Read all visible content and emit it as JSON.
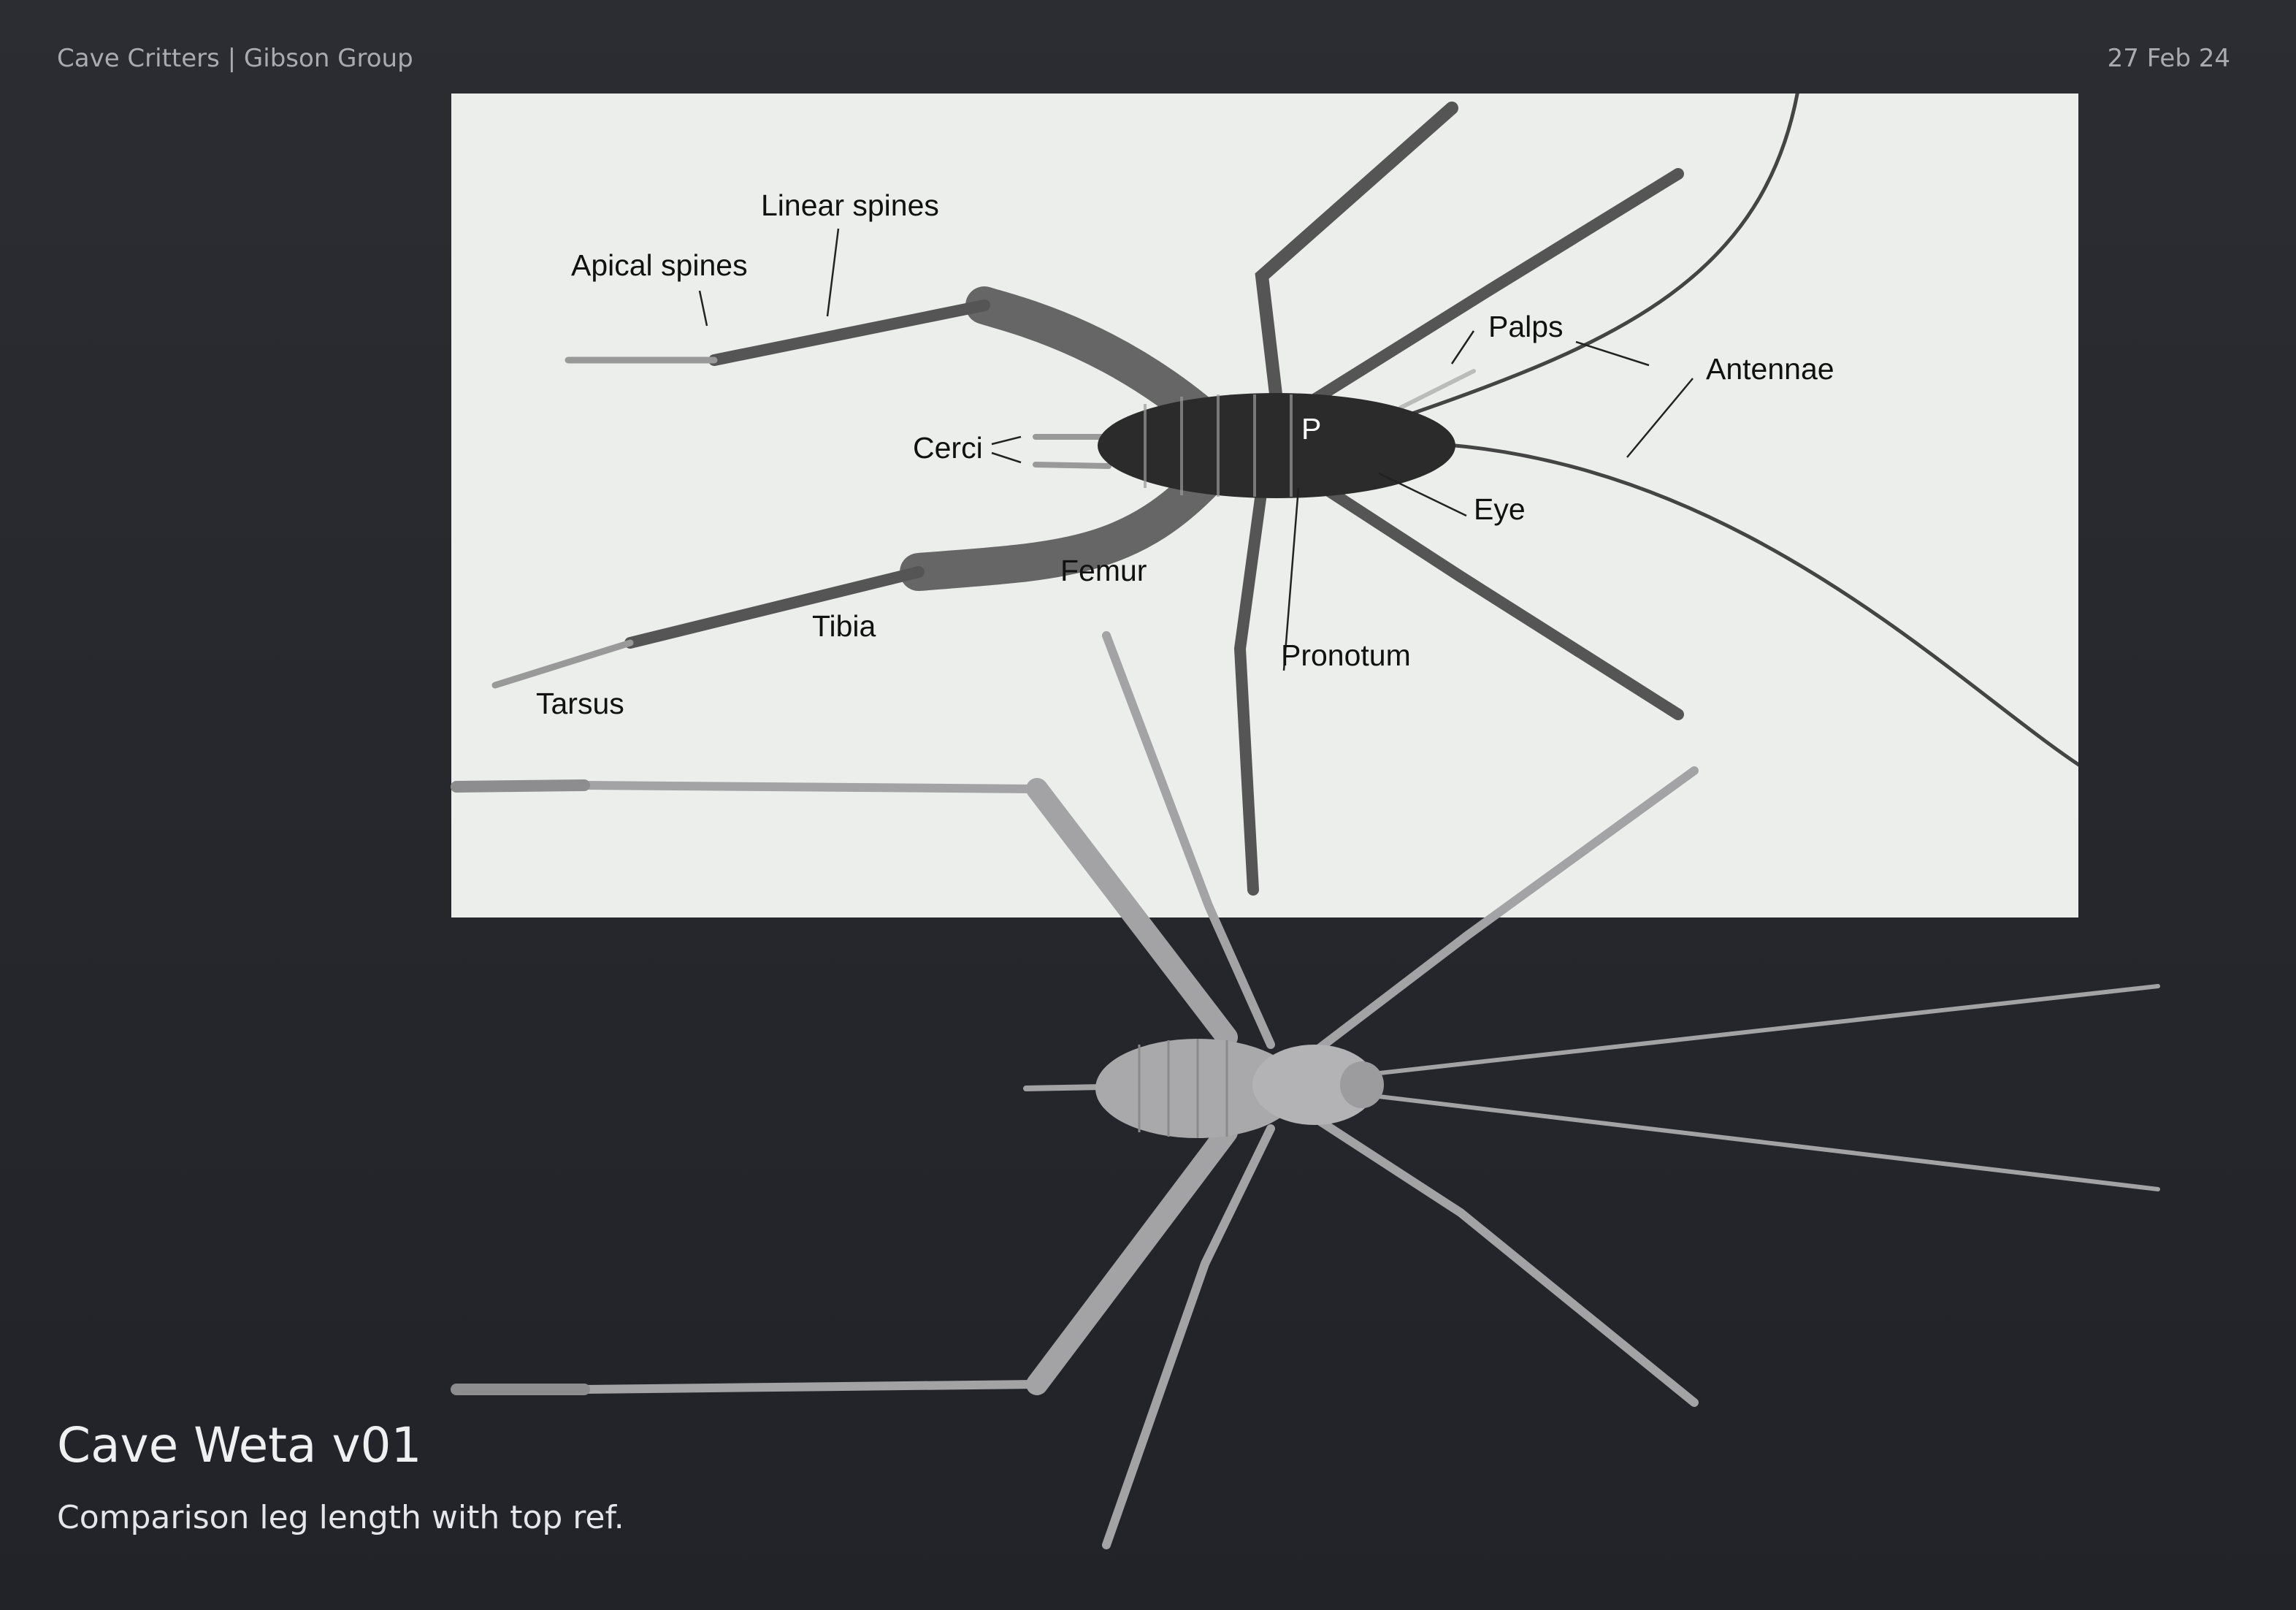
{
  "header": {
    "project": "Cave Critters | Gibson Group",
    "date": "27 Feb 24"
  },
  "reference": {
    "labels": {
      "linear_spines": "Linear spines",
      "apical_spines": "Apical spines",
      "palps": "Palps",
      "antennae": "Antennae",
      "cerci": "Cerci",
      "pronotum_marker": "P",
      "eye": "Eye",
      "femur": "Femur",
      "tibia": "Tibia",
      "pronotum": "Pronotum",
      "tarsus": "Tarsus"
    }
  },
  "footer": {
    "title": "Cave Weta v01",
    "subtitle": "Comparison leg length with top ref."
  },
  "colors": {
    "background": "#25272d",
    "reference_panel": "#eceeec",
    "model_grey": "#a3a3a6"
  }
}
